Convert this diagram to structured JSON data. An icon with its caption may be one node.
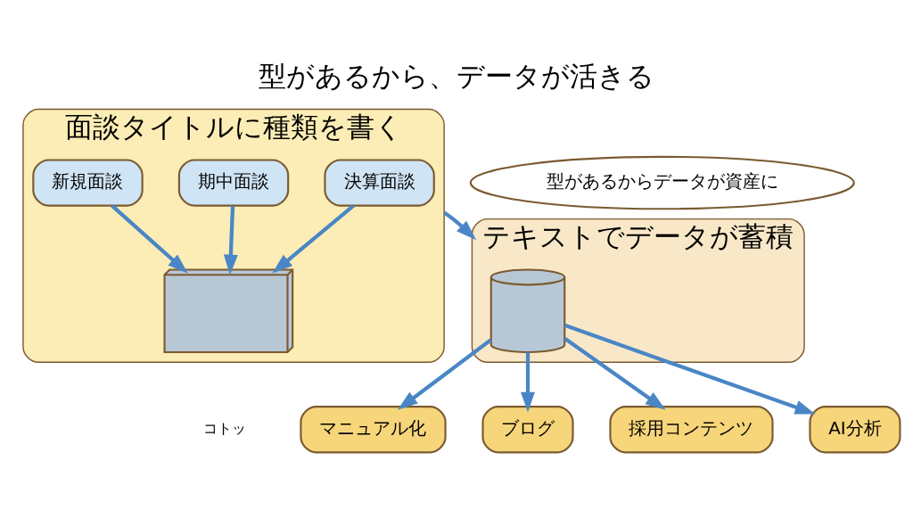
{
  "diagram": {
    "title": "型があるから、データが活きる",
    "nodes": [
      {
        "text": [
          "面談タイトルに種類を書く"
        ]
      },
      {
        "text": [
          "決算面談"
        ],
        "in": 0
      },
      {
        "text": [
          "期中面談"
        ],
        "in": 0
      },
      {
        "text": [
          "新規面談"
        ],
        "in": 0
      },
      {
        "text": [],
        "shape": "picture",
        "in": 0
      },
      {
        "text": [
          "テキストでデータが蓄積"
        ]
      },
      {
        "text": [],
        "shape": "cylinder",
        "in": 5
      },
      {
        "text": [
          "マニュアル化"
        ]
      },
      {
        "text": [
          "ブログ"
        ]
      },
      {
        "text": [
          "採用コンテンツ"
        ]
      },
      {
        "text": [
          "AI分析"
        ]
      },
      {
        "text": [
          "型があるからデータが資産に"
        ]
      }
    ],
    "edges": [
      {
        "from": 1,
        "to": 4,
        "arrow": "to"
      },
      {
        "from": 2,
        "to": 4,
        "arrow": "to"
      },
      {
        "from": 3,
        "to": 4,
        "arrow": "to"
      },
      {
        "from": 0,
        "to": 5,
        "arrow": "to"
      },
      {
        "from": 6,
        "to": 7,
        "arrow": "to"
      },
      {
        "from": 6,
        "to": 8,
        "arrow": "to"
      },
      {
        "from": 6,
        "to": 9,
        "arrow": "to"
      },
      {
        "from": 6,
        "to": 10,
        "arrow": "to"
      }
    ],
    "labels": [
      "コトッ"
    ]
  }
}
